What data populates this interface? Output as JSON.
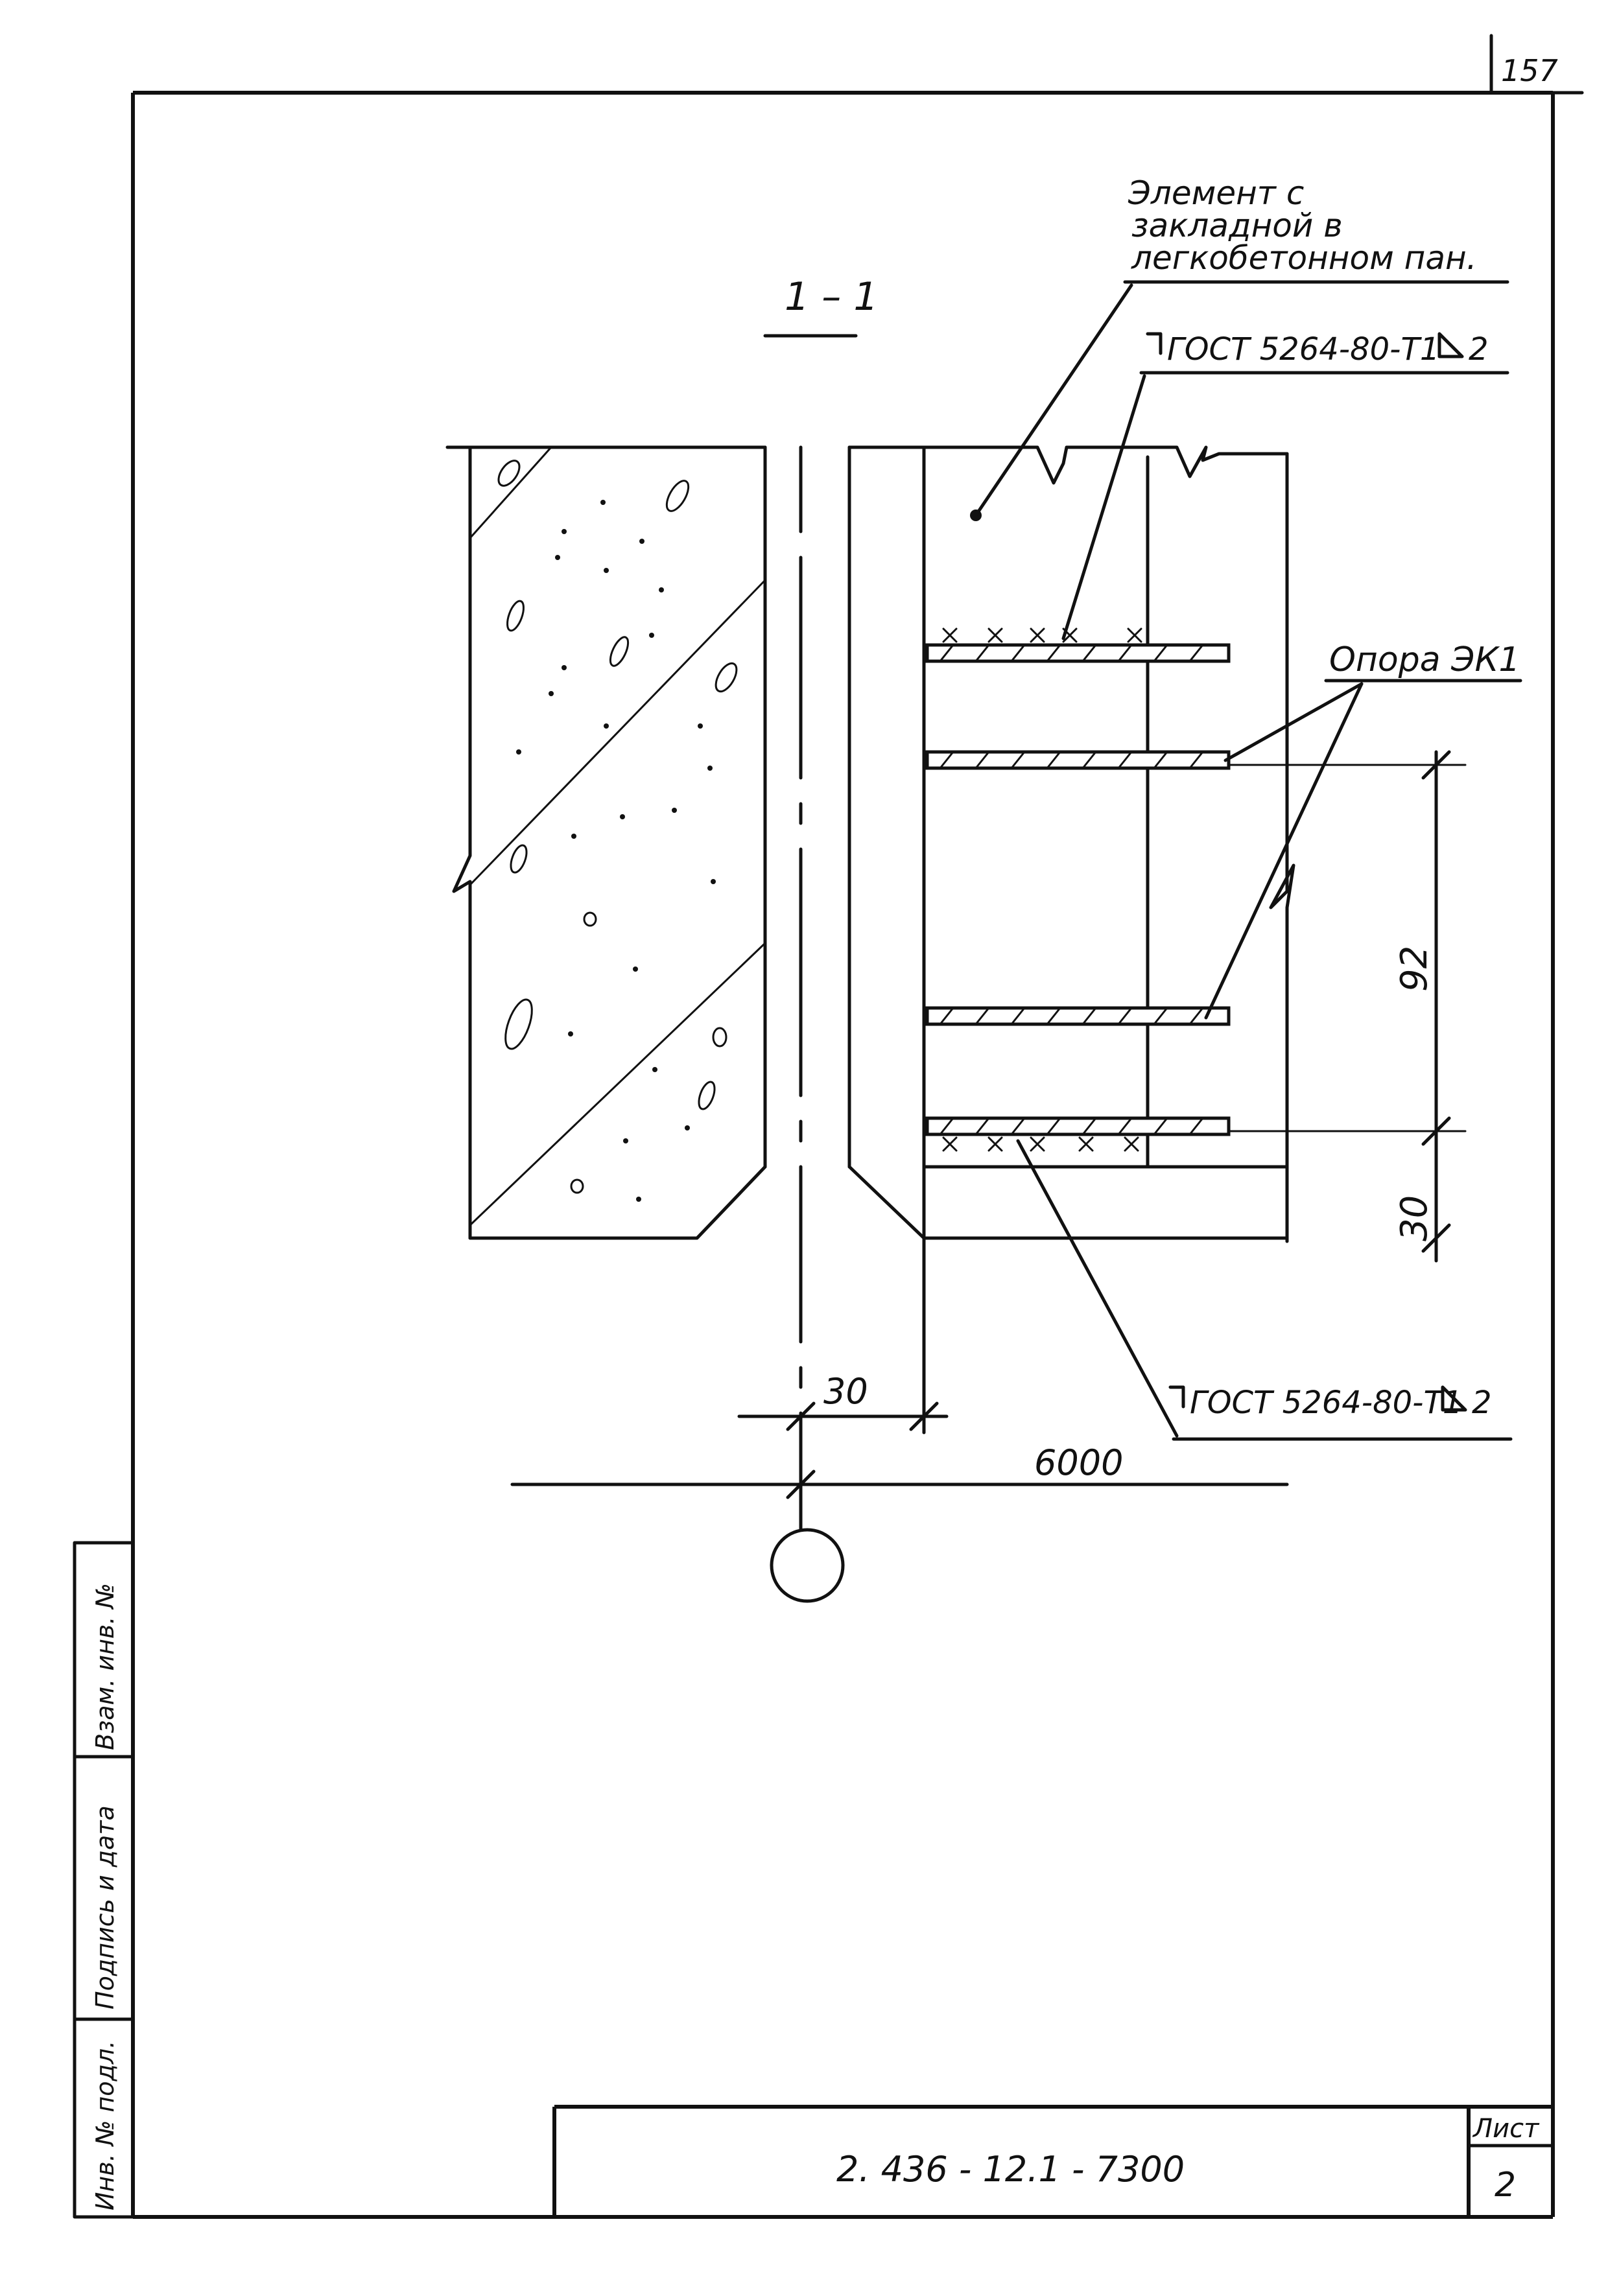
{
  "sheet": {
    "page_number": "157",
    "section_label": "1 – 1",
    "document_code": "2. 436 - 12.1 - 7300",
    "sheet_label": "Лист",
    "sheet_number": "2"
  },
  "callouts": {
    "element_line1": "Элемент с",
    "element_line2": "закладной  в",
    "element_line3": "легкобетонном пан.",
    "weld_top": "ГОСТ 5264-80-Т1",
    "weld_top_size": "2",
    "support": "Опора ЭК1",
    "weld_bottom": "ГОСТ 5264-80-Т1",
    "weld_bottom_size": "2"
  },
  "dimensions": {
    "vertical_upper": "92",
    "vertical_lower": "30",
    "horizontal_gap": "30",
    "axis_offset": "6000"
  },
  "side_stamp": {
    "cell1": "Инв. № подл.",
    "cell2": "Подпись и дата",
    "cell3": "Взам. инв. №"
  }
}
